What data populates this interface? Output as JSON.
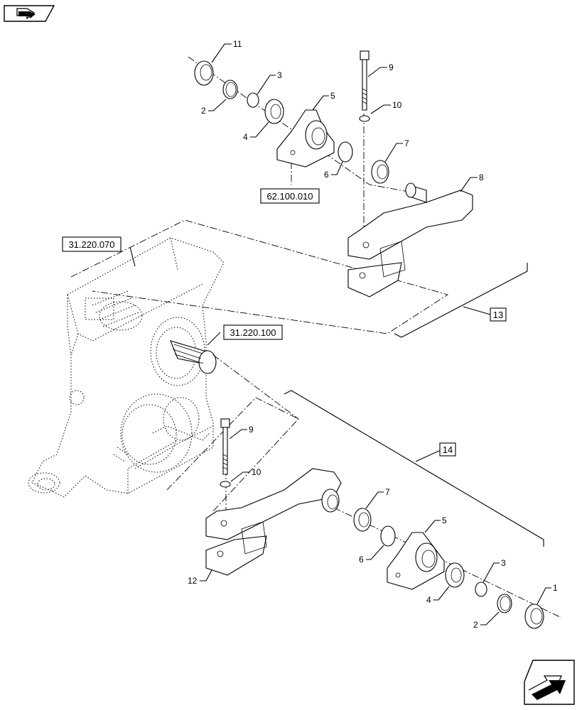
{
  "references": {
    "ref_62_100_010": "62.100.010",
    "ref_31_220_070": "31.220.070",
    "ref_31_220_100": "31.220.100",
    "assembly_13": "13",
    "assembly_14": "14"
  },
  "callouts": {
    "top": {
      "n11": "11",
      "n2": "2",
      "n3": "3",
      "n4": "4",
      "n5": "5",
      "n6": "6",
      "n7": "7",
      "n8": "8",
      "n9": "9",
      "n10": "10"
    },
    "bottom": {
      "n9": "9",
      "n10": "10",
      "n7": "7",
      "n6": "6",
      "n5": "5",
      "n4": "4",
      "n3": "3",
      "n2": "2",
      "n1": "1",
      "n12": "12"
    }
  },
  "icons": {
    "top_left": "previous-page-arrow-icon",
    "bottom_right": "next-page-arrow-icon"
  }
}
